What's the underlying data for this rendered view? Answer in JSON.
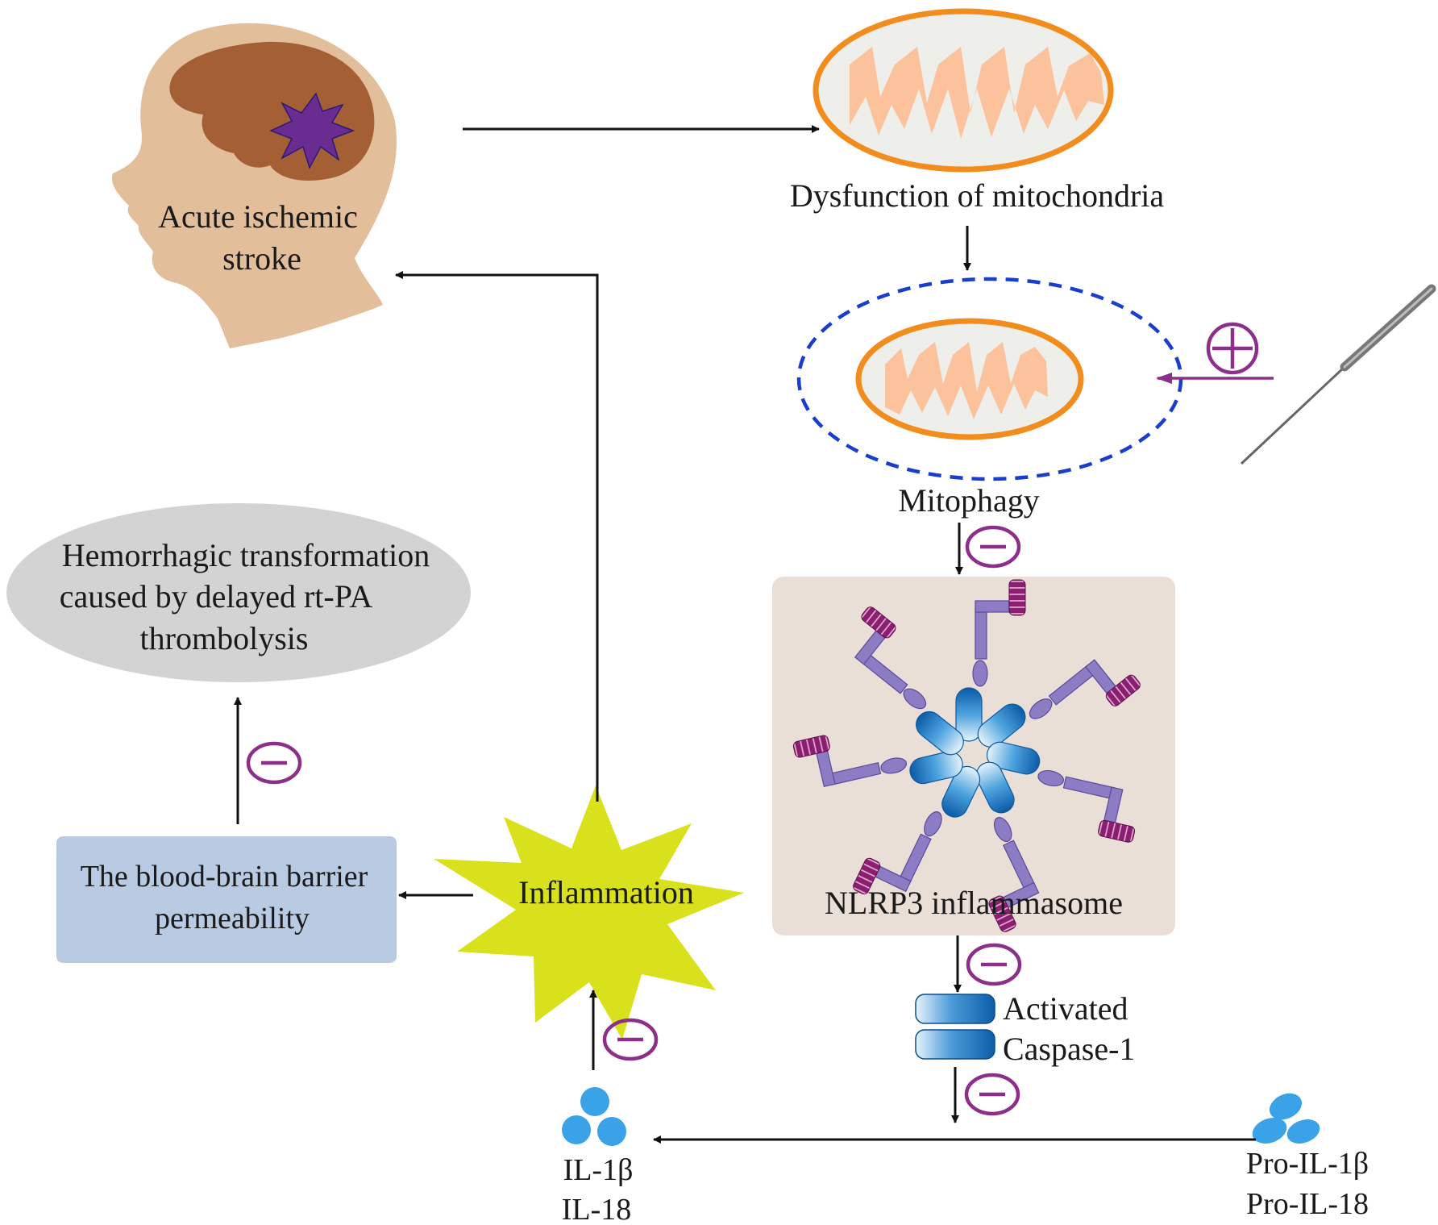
{
  "nodes": {
    "stroke": {
      "line1": "Acute ischemic",
      "line2": "stroke"
    },
    "mito": {
      "label": "Dysfunction of mitochondria"
    },
    "mitophagy": {
      "label": "Mitophagy"
    },
    "nlrp3": {
      "label": "NLRP3 inflammasome"
    },
    "caspase": {
      "line1": "Activated",
      "line2": "Caspase-1"
    },
    "il": {
      "line1": "IL-1β",
      "line2": "IL-18"
    },
    "proil": {
      "line1": "Pro-IL-1β",
      "line2": "Pro-IL-18"
    },
    "inflammation": {
      "label": "Inflammation"
    },
    "bbb": {
      "line1": "The blood-brain barrier",
      "line2": "permeability"
    },
    "hemorrhagic": {
      "line1": "Hemorrhagic transformation",
      "line2": "caused by delayed rt-PA",
      "line3": "thrombolysis"
    }
  },
  "signs": {
    "plus": "+",
    "minus": "−"
  },
  "colors": {
    "skin": "#E2BE9A",
    "brain": "#A55F34",
    "lesion": "#6B2C91",
    "mito_outline": "#F28C1C",
    "mito_fill": "#EEEEEA",
    "cristae": "#FBC29B",
    "dashed": "#1A3ECC",
    "regulation": "#8C2E8A",
    "nlrp3_box": "#EADFD6",
    "bbb_box": "#B8CBE3",
    "hemorrhagic": "#D3D3D3",
    "star": "#D8E11C",
    "il_dots": "#3AA3E8",
    "protein_purple": "#8C7CC4",
    "coil": "#8C1E72"
  }
}
